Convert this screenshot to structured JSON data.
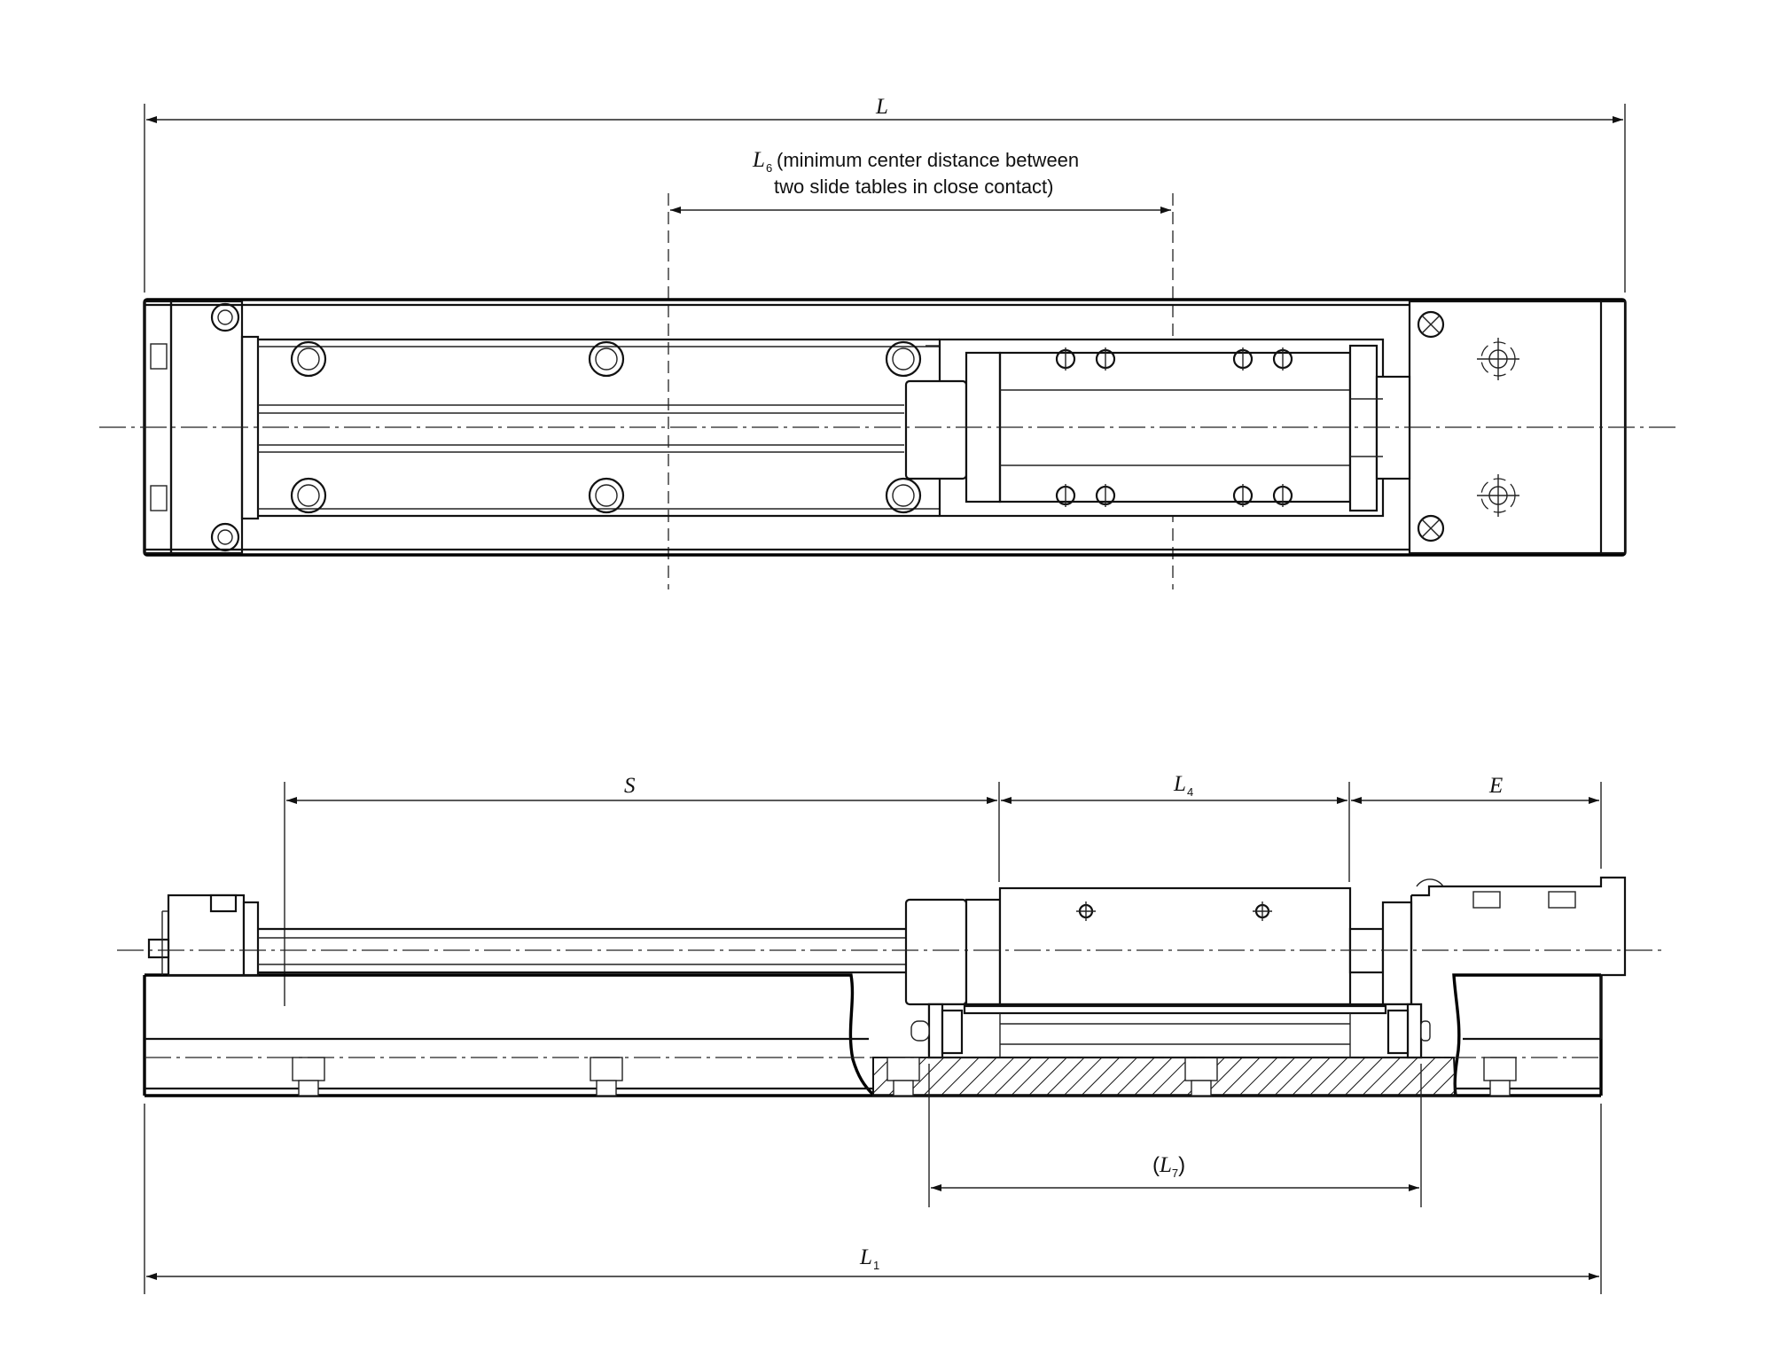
{
  "top_view": {
    "dim_L": {
      "symbol": "L"
    },
    "dim_L6": {
      "symbol": "L",
      "subscript": "6",
      "note_line1": "(minimum center distance between",
      "note_line2": "two slide tables in close contact)"
    }
  },
  "side_view": {
    "dim_S": {
      "symbol": "S"
    },
    "dim_L4": {
      "symbol": "L",
      "subscript": "4"
    },
    "dim_E": {
      "symbol": "E"
    },
    "dim_L7": {
      "open": "(",
      "symbol": "L",
      "subscript": "7",
      "close": ")"
    },
    "dim_L1": {
      "symbol": "L",
      "subscript": "1"
    }
  }
}
